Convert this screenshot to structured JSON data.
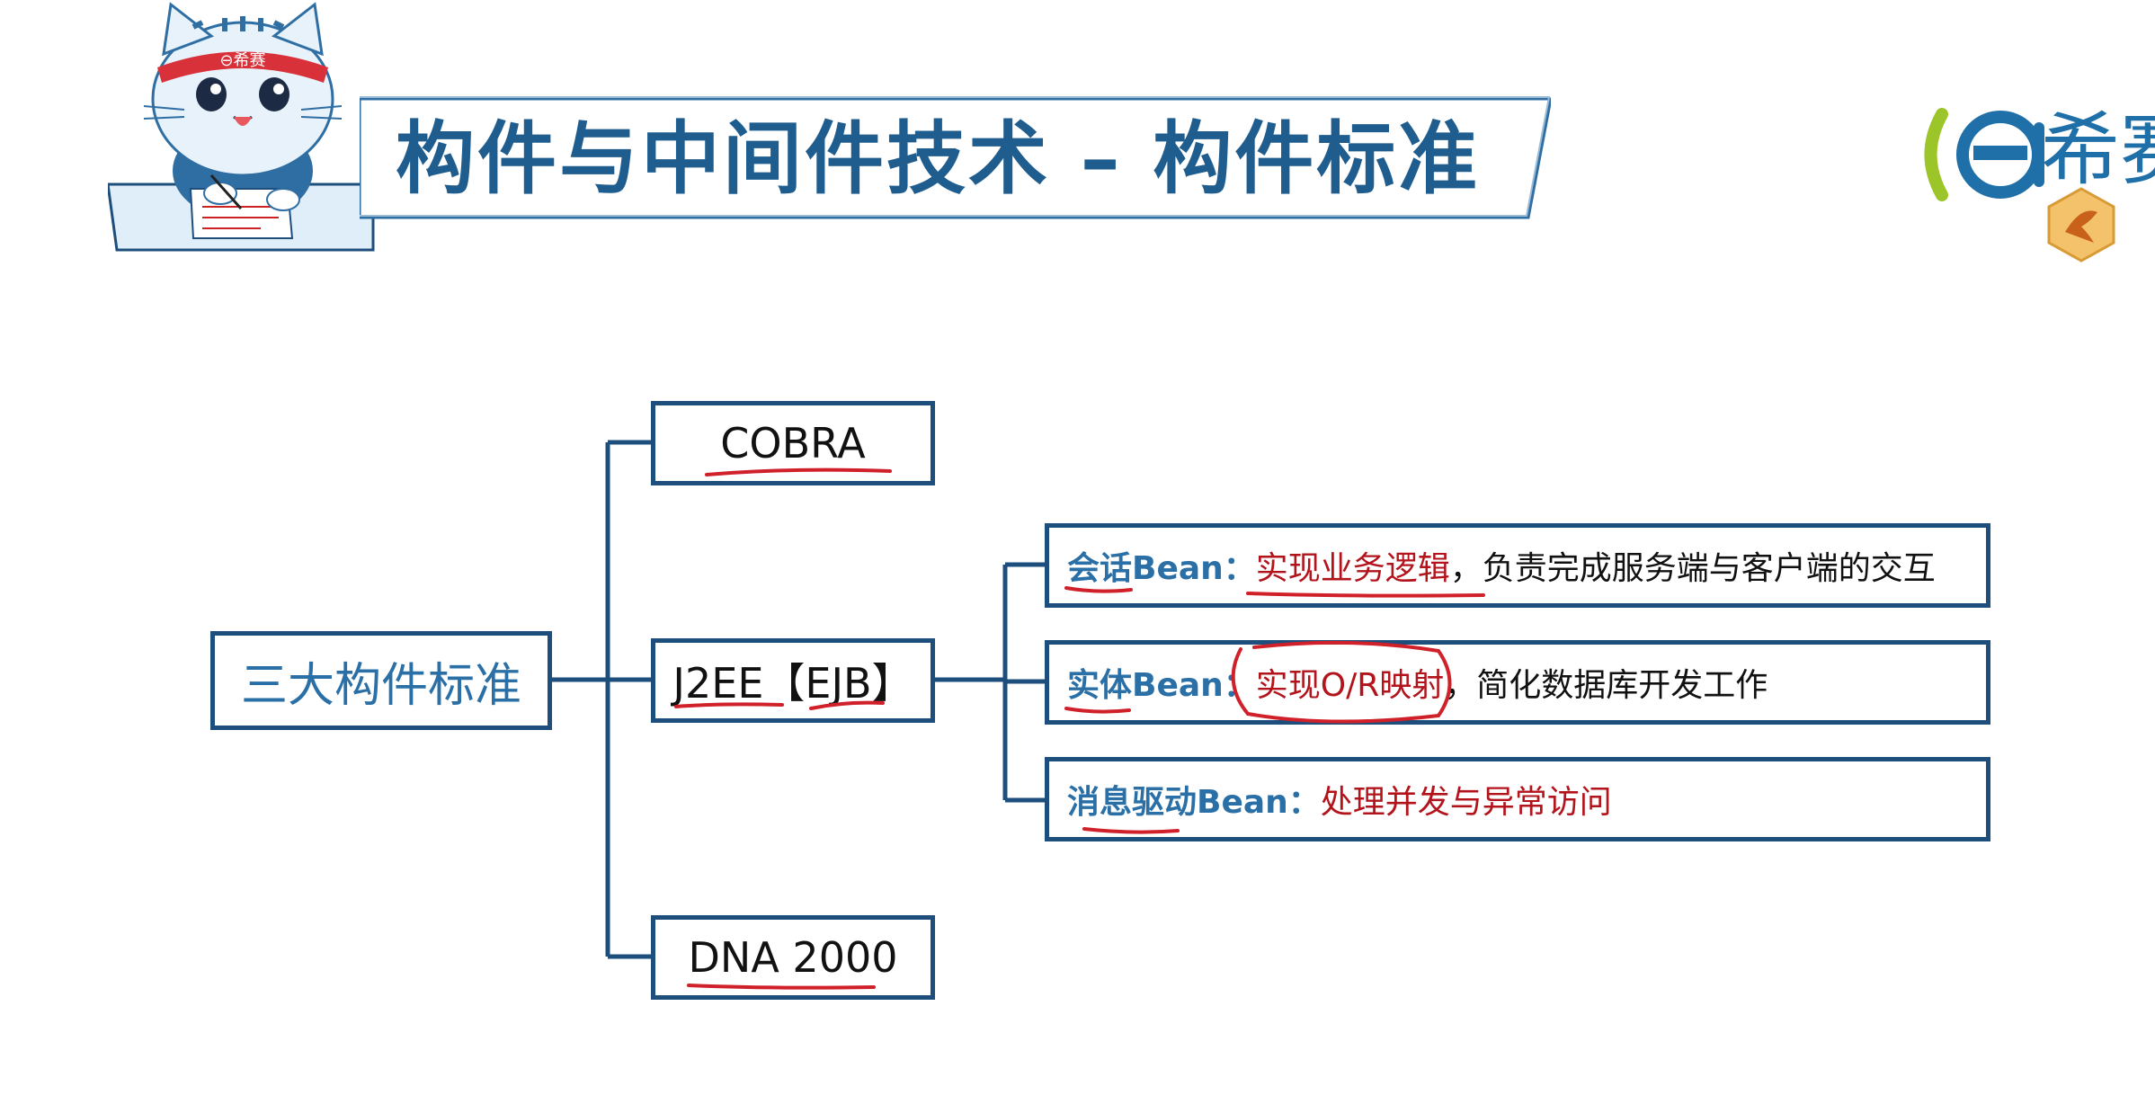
{
  "header": {
    "title": "构件与中间件技术 – 构件标准",
    "mascot_band_text": "⊖希赛",
    "brand_text": "希赛"
  },
  "diagram": {
    "root": "三大构件标准",
    "standards": [
      "COBRA",
      "J2EE【EJB】",
      "DNA 2000"
    ],
    "beans": [
      {
        "name": "会话Bean：",
        "highlight": "实现业务逻辑",
        "rest": "，负责完成服务端与客户端的交互"
      },
      {
        "name": "实体Bean：",
        "highlight": "实现O/R映射",
        "rest": "，简化数据库开发工作"
      },
      {
        "name": "消息驱动Bean：",
        "highlight": "处理并发与异常访问",
        "rest": ""
      }
    ]
  },
  "colors": {
    "title": "#1f5d8f",
    "box_border": "#1e4f7c",
    "bean_name": "#2a6fa6",
    "highlight_red": "#b3141c",
    "annotation_red": "#d0202a"
  }
}
